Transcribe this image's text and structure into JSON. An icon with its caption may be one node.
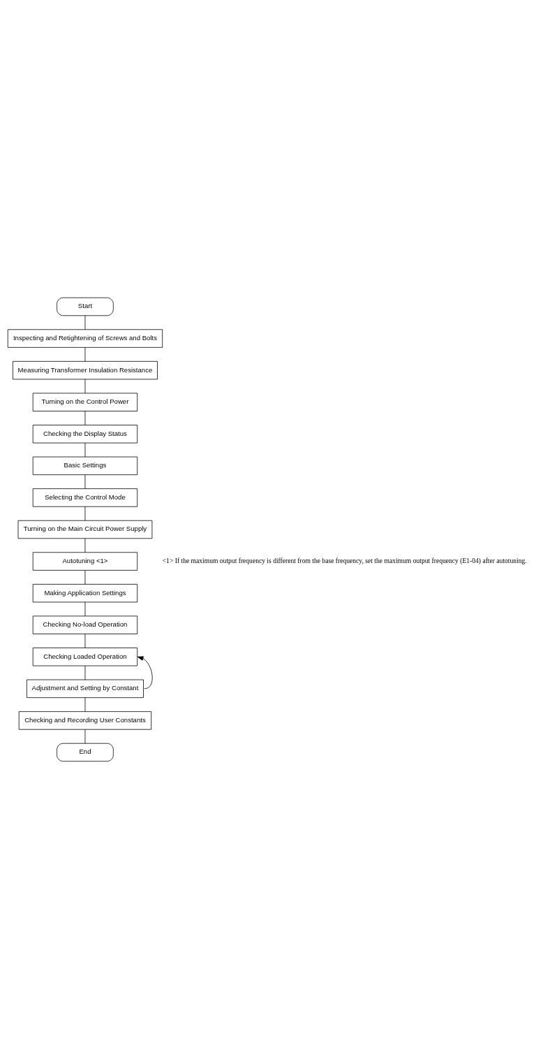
{
  "diagram": {
    "nodes": [
      {
        "text": [
          "Start"
        ]
      },
      {
        "text": [
          "Inspecting and Retightening of Screws and Bolts"
        ]
      },
      {
        "text": [
          "Measuring Transformer Insulation Resistance"
        ]
      },
      {
        "text": [
          "Turning on the Control Power"
        ]
      },
      {
        "text": [
          "Checking the Display Status"
        ]
      },
      {
        "text": [
          "Basic Settings"
        ]
      },
      {
        "text": [
          "Selecting the Control Mode"
        ]
      },
      {
        "text": [
          "Turning on the Main Circuit Power Supply"
        ]
      },
      {
        "text": [
          "Autotuning <1>"
        ]
      },
      {
        "text": [
          "Making Application Settings"
        ]
      },
      {
        "text": [
          "Checking No-load Operation"
        ]
      },
      {
        "text": [
          "Checking Loaded Operation"
        ]
      },
      {
        "text": [
          "Adjustment and Setting by Constant"
        ]
      },
      {
        "text": [
          "Checking and Recording User Constants"
        ]
      },
      {
        "text": [
          "End"
        ]
      }
    ],
    "edges": [
      {
        "from": 0,
        "to": 1,
        "arrow": "none"
      },
      {
        "from": 1,
        "to": 2,
        "arrow": "none"
      },
      {
        "from": 2,
        "to": 3,
        "arrow": "none"
      },
      {
        "from": 3,
        "to": 4,
        "arrow": "none"
      },
      {
        "from": 4,
        "to": 5,
        "arrow": "none"
      },
      {
        "from": 5,
        "to": 6,
        "arrow": "none"
      },
      {
        "from": 6,
        "to": 7,
        "arrow": "none"
      },
      {
        "from": 7,
        "to": 8,
        "arrow": "none"
      },
      {
        "from": 8,
        "to": 9,
        "arrow": "none"
      },
      {
        "from": 9,
        "to": 10,
        "arrow": "none"
      },
      {
        "from": 10,
        "to": 11,
        "arrow": "none"
      },
      {
        "from": 11,
        "to": 12,
        "arrow": "none"
      },
      {
        "from": 12,
        "to": 13,
        "arrow": "none"
      },
      {
        "from": 13,
        "to": 14,
        "arrow": "none"
      },
      {
        "from": 12,
        "to": 11,
        "arrow": "to"
      }
    ],
    "labels": [
      "<1> If the maximum output frequency is different from the base frequency, set the maximum output frequency (E1-04) after autotuning."
    ]
  }
}
